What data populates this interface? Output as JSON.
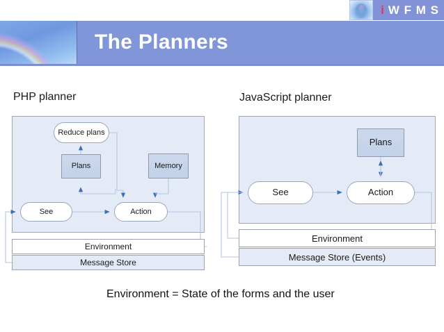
{
  "branding": {
    "logo_icon": "brain-head-icon",
    "initial": "i",
    "wordmark": "W F M S",
    "accent_color": "#e5315c",
    "bar_color": "#8193d6"
  },
  "header": {
    "title": "The Planners",
    "banner_color": "#8196d8",
    "decor_icon": "rainbow-image"
  },
  "sections": {
    "php": {
      "title": "PHP planner",
      "nodes": [
        {
          "id": "reduce-plans",
          "label": "Reduce plans",
          "shape": "pill"
        },
        {
          "id": "plans",
          "label": "Plans",
          "shape": "rect"
        },
        {
          "id": "memory",
          "label": "Memory",
          "shape": "rect"
        },
        {
          "id": "see",
          "label": "See",
          "shape": "pill"
        },
        {
          "id": "action",
          "label": "Action",
          "shape": "pill"
        }
      ],
      "bars": [
        {
          "id": "environment",
          "label": "Environment",
          "fill": "white"
        },
        {
          "id": "message-store",
          "label": "Message Store",
          "fill": "blue"
        }
      ]
    },
    "js": {
      "title": "JavaScript planner",
      "nodes": [
        {
          "id": "plans",
          "label": "Plans",
          "shape": "rect"
        },
        {
          "id": "see",
          "label": "See",
          "shape": "pill"
        },
        {
          "id": "action",
          "label": "Action",
          "shape": "pill"
        }
      ],
      "bars": [
        {
          "id": "environment",
          "label": "Environment",
          "fill": "white"
        },
        {
          "id": "message-store",
          "label": "Message Store (Events)",
          "fill": "blue"
        }
      ]
    }
  },
  "caption": "Environment = State of the forms and the user",
  "colors": {
    "panel_fill": "#e4ebf7",
    "node_rect_fill": "#c9d6ea",
    "wire": "#b4c6e0",
    "arrow_head": "#3b6db5",
    "border": "#9aa7bb"
  }
}
